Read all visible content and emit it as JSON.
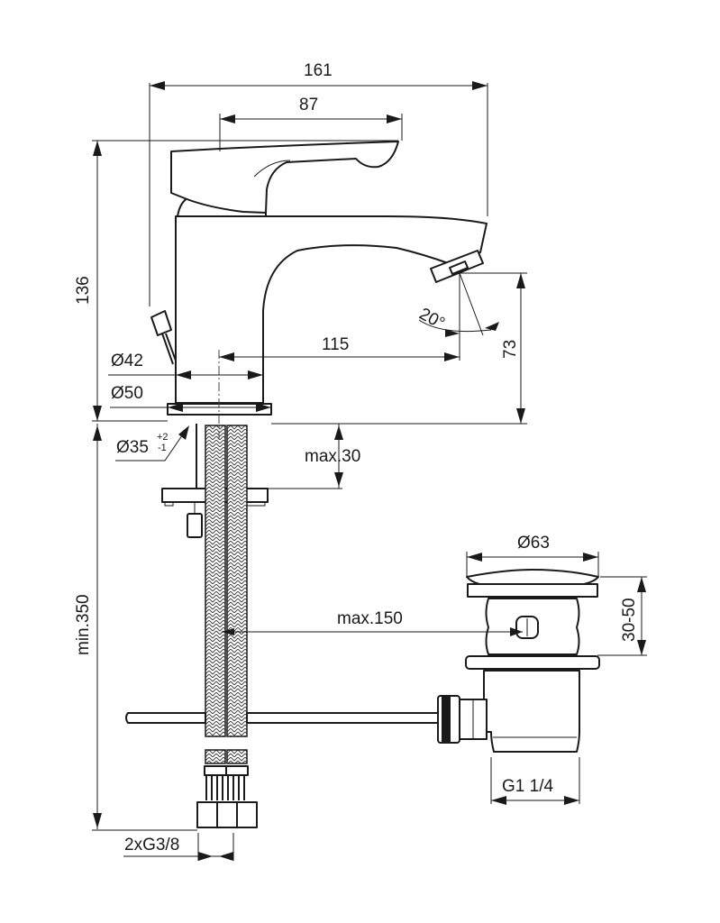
{
  "drawing": {
    "subject": "Basin mixer with pop-up waste — dimensional drawing",
    "units": "mm",
    "line_color": "#1a1a1a",
    "background": "#ffffff"
  },
  "dimensions": {
    "overall_length": "161",
    "lever_length": "87",
    "overall_height": "136",
    "spout_reach": "115",
    "spout_angle": "20°",
    "spout_height": "73",
    "body_diameter": "Ø42",
    "base_diameter": "Ø50",
    "hole_diameter": "Ø35",
    "hole_tol_plus": "+2",
    "hole_tol_minus": "-1",
    "max_deck_thickness": "max.30",
    "hose_length": "min.350",
    "connection_thread": "2xG3/8",
    "pullrod_length": "max.150",
    "waste_diameter": "Ø63",
    "waste_range": "30-50",
    "waste_thread": "G1 1/4"
  }
}
